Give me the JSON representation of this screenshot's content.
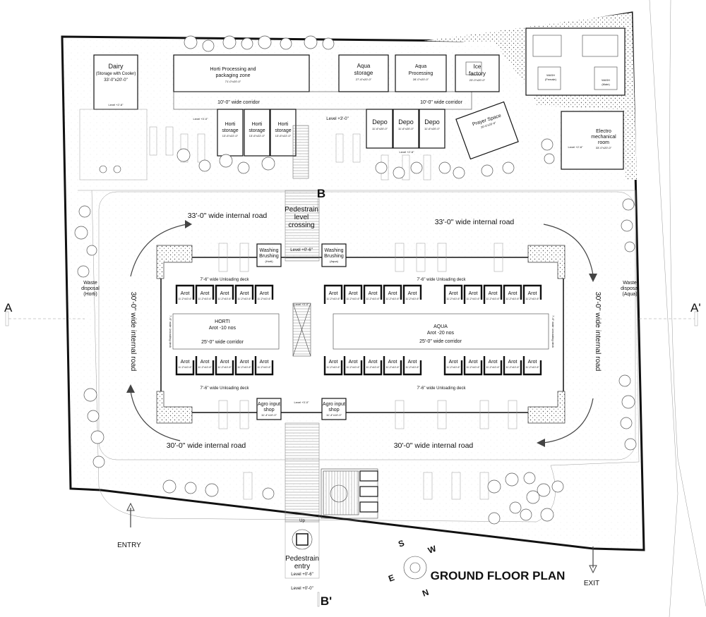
{
  "title": "GROUND FLOOR PLAN",
  "section_marks": {
    "a": "A",
    "a_prime": "A'",
    "b": "B",
    "b_prime": "B'"
  },
  "entry": "ENTRY",
  "exit": "EXIT",
  "compass": {
    "n": "N",
    "s": "S",
    "e": "E",
    "w": "W"
  },
  "rooms": {
    "dairy": {
      "name": "Dairy",
      "sub": "(Storage with Cooler)",
      "size": "33'-0\"x20'-0\"",
      "level": "Level +2'-6\""
    },
    "horti_processing": {
      "name": "Horti Processing and",
      "name2": "packaging zone",
      "size": "71'-0\"x20'-0\""
    },
    "aqua_storage": {
      "name": "Aqua",
      "name2": "storage",
      "size": "27'-6\"x20'-0\""
    },
    "aqua_processing": {
      "name": "Aqua",
      "name2": "Processing",
      "size": "28'-0\"x20'-0\""
    },
    "ice_factory": {
      "name": "Ice",
      "name2": "factory",
      "size": "23'-0\"x20'-0\""
    },
    "corridor_left": "10'-0\" wide corridor",
    "corridor_right": "10'-0\" wide corridor",
    "horti_storage": {
      "name": "Horti",
      "name2": "storage",
      "size": "13'-6\"x22'-0\""
    },
    "depo": {
      "name": "Depo",
      "size": "11'-6\"x20'-0\""
    },
    "prayer": {
      "name": "Prayer Space",
      "size": "20'-0\"x20'-0\""
    },
    "electro": {
      "name": "Electro",
      "name2": "mechanical",
      "name3": "room",
      "size": "33'-0\"x20'-0\""
    },
    "wash_female": {
      "name": "WASH",
      "name2": "(Female)"
    },
    "wash_male": {
      "name": "WASH",
      "name2": "(Male)"
    },
    "level_plus_3": "Level +3'-0\"",
    "level_plus_2": "Level +2'-6\"",
    "level_plus_0_6": "Level +0'-6\"",
    "level_plus_0": "Level +0'-0\""
  },
  "market": {
    "ped_crossing": [
      "Pedestrain",
      "level",
      "crossing"
    ],
    "washing_horti": [
      "Washing",
      "Brushing",
      "(Horti)"
    ],
    "washing_aqua": [
      "Washing",
      "Brushing",
      "(Aqua)"
    ],
    "agro_left": [
      "Agro input",
      "shop"
    ],
    "agro_right": [
      "Agro input",
      "shop"
    ],
    "agro_size": "11'-4\"x10'-0\"",
    "unloading_deck": "7'-6\" wide Unloading deck",
    "unloading_side": "7'-6\" wide Unloading deck",
    "arot": "Arot",
    "arot_size": "11'-2\"x10'-6\"",
    "horti": [
      "HORTI",
      "Arot -10 nos"
    ],
    "aqua": [
      "AQUA",
      "Arot -20 nos"
    ],
    "corridor_25": "25'-0\" wide corridor",
    "waste_horti": [
      "Waste",
      "disposal",
      "(Horti)"
    ],
    "waste_aqua": [
      "Waste",
      "disposal",
      "(Aqua)"
    ],
    "ped_entry": [
      "Pedestrain",
      "entry"
    ],
    "up": "Up"
  },
  "roads": {
    "top_left": "33'-0\" wide internal road",
    "top_right": "33'-0\" wide internal road",
    "bottom_left": "30'-0\" wide internal road",
    "bottom_right": "30'-0\" wide internal road",
    "left": "30'-0\" wide internal road",
    "right": "30'-0\" wide internal road"
  }
}
